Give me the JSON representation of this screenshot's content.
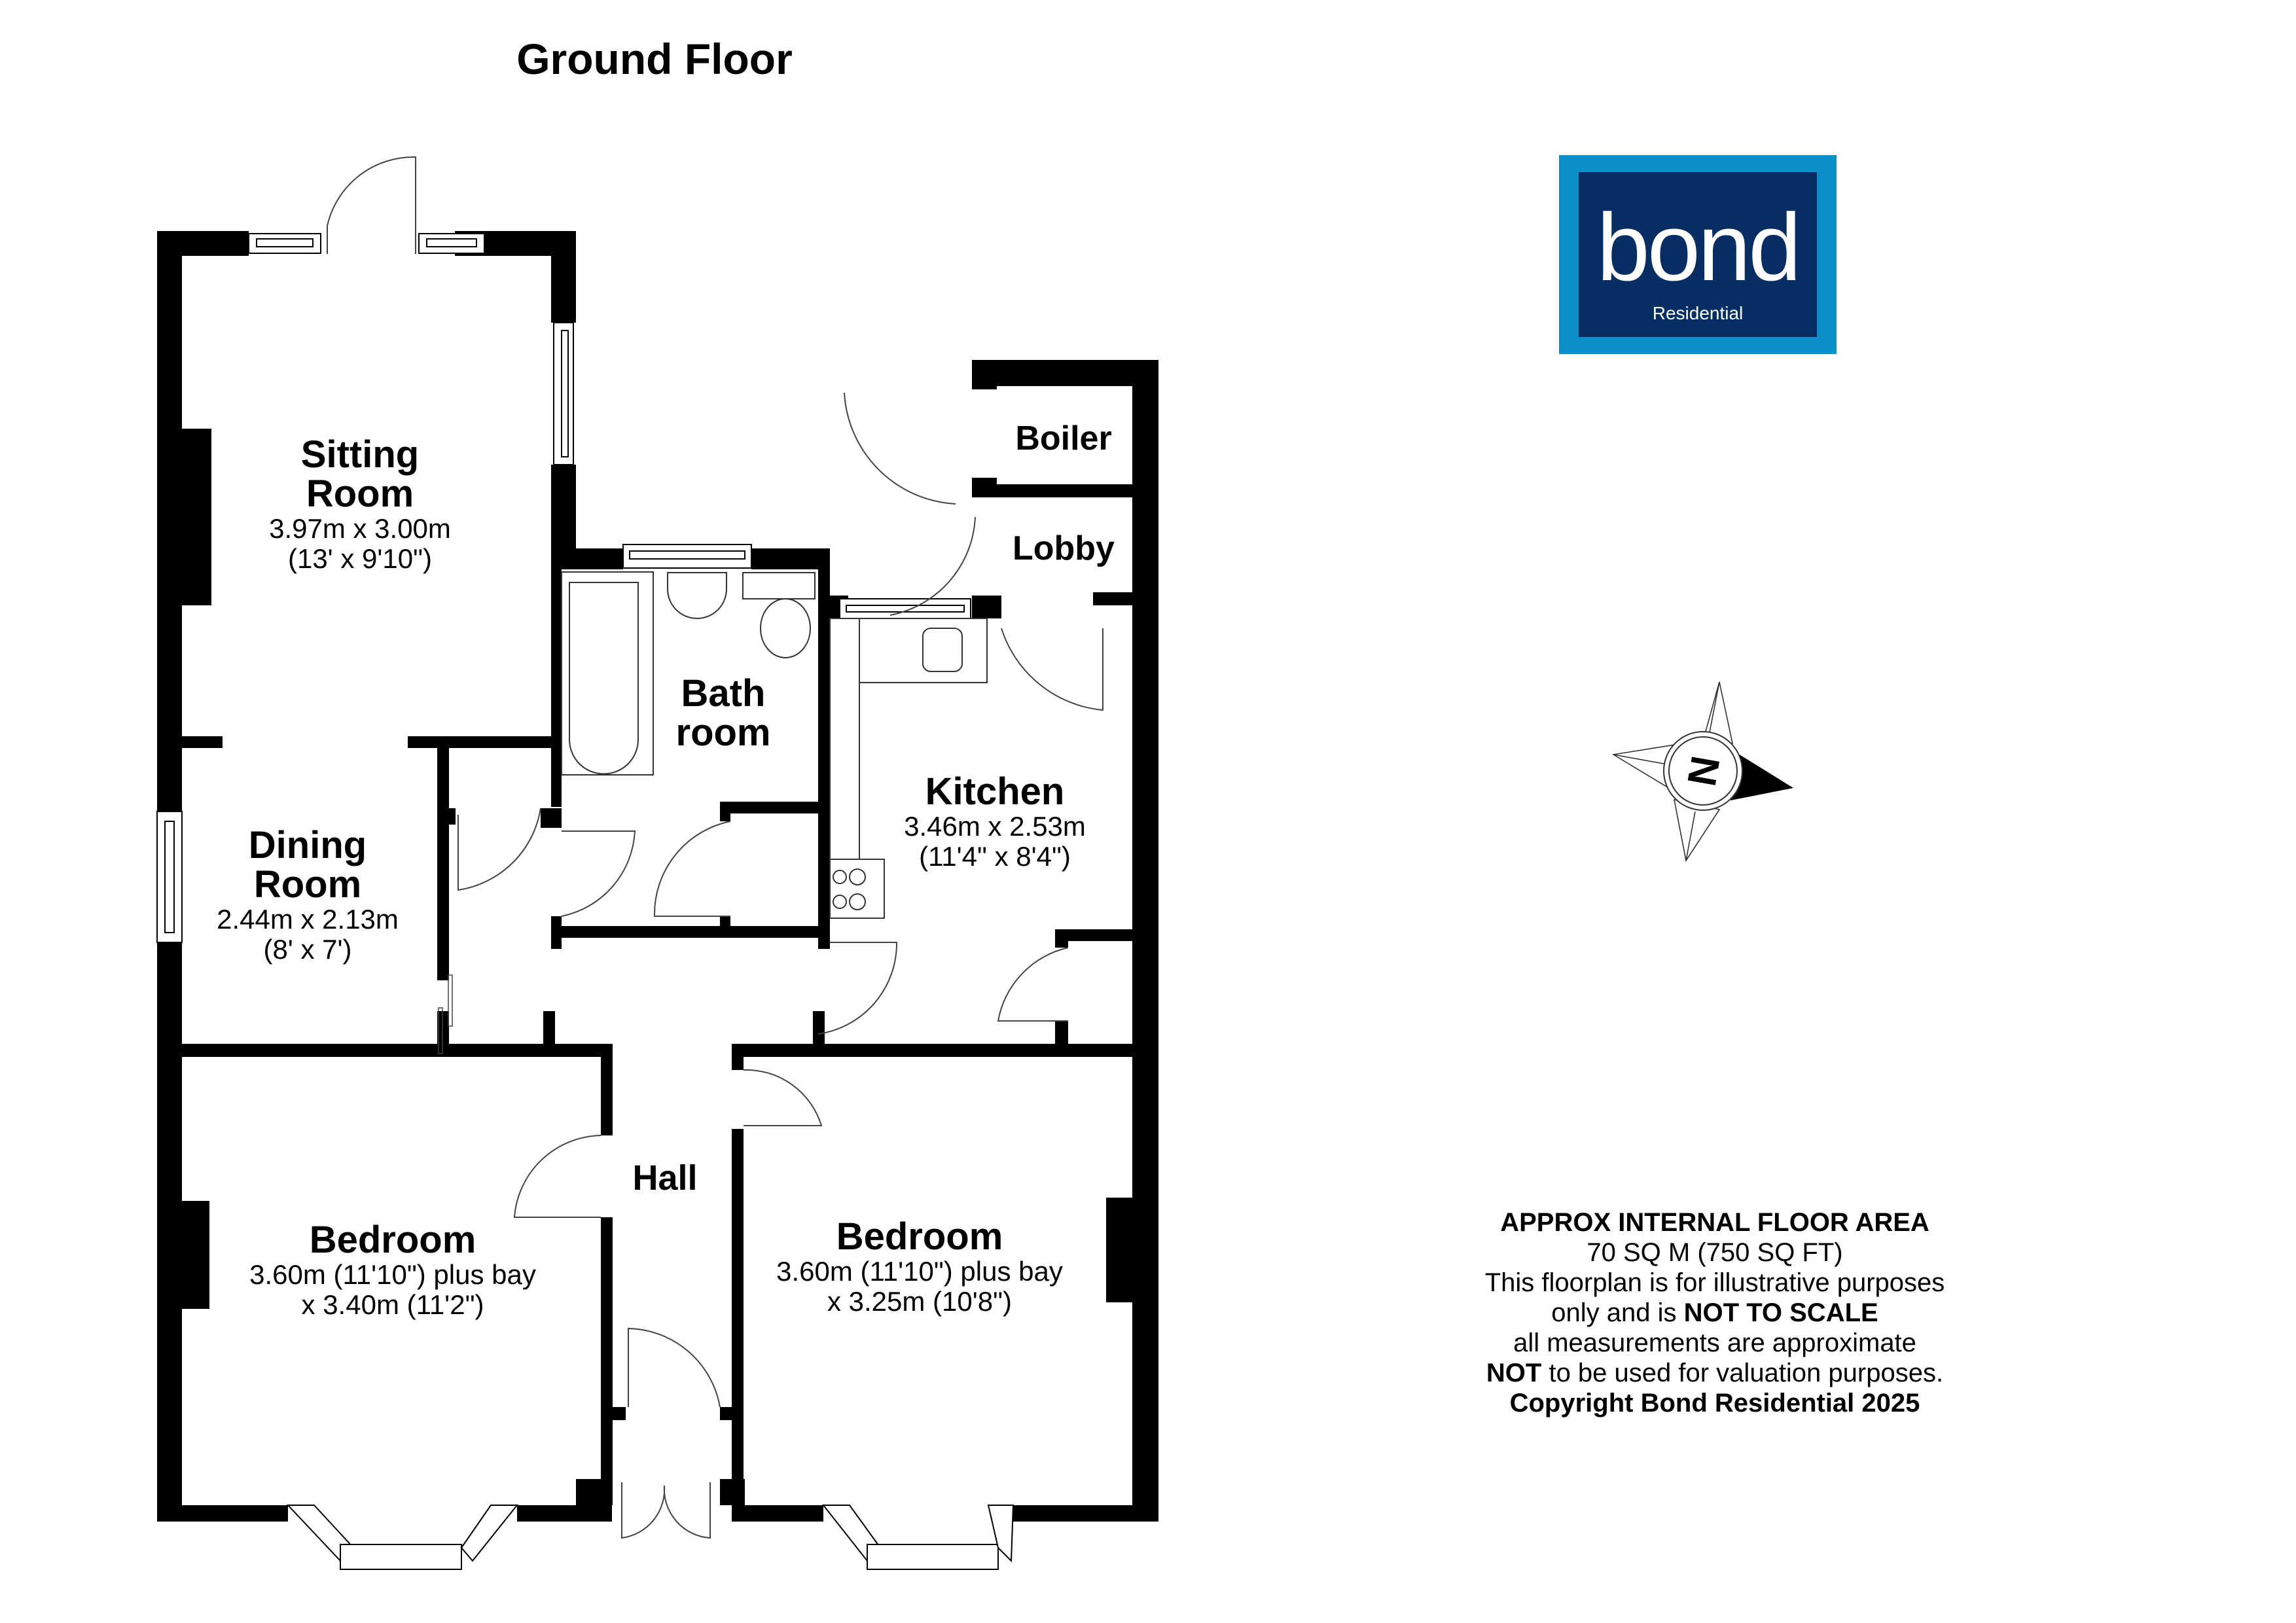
{
  "floor": {
    "title": "Ground Floor"
  },
  "rooms": {
    "sitting_room": {
      "name_line1": "Sitting",
      "name_line2": "Room",
      "dim_metric": "3.97m x 3.00m",
      "dim_imperial": "(13' x 9'10\")"
    },
    "dining_room": {
      "name_line1": "Dining",
      "name_line2": "Room",
      "dim_metric": "2.44m x 2.13m",
      "dim_imperial": "(8' x 7')"
    },
    "bathroom": {
      "name_line1": "Bath",
      "name_line2": "room"
    },
    "boiler": {
      "name": "Boiler"
    },
    "lobby": {
      "name": "Lobby"
    },
    "kitchen": {
      "name": "Kitchen",
      "dim_metric": "3.46m x 2.53m",
      "dim_imperial": "(11'4\" x 8'4\")"
    },
    "hall": {
      "name": "Hall"
    },
    "bedroom_left": {
      "name": "Bedroom",
      "dim_line1": "3.60m (11'10\") plus bay",
      "dim_line2": "x 3.40m (11'2\")"
    },
    "bedroom_right": {
      "name": "Bedroom",
      "dim_line1": "3.60m (11'10\") plus bay",
      "dim_line2": "x 3.25m (10'8\")"
    }
  },
  "logo": {
    "word": "bond",
    "subtitle": "Residential",
    "colors": {
      "outer": "#0a8fcb",
      "inner": "#062e63",
      "text": "#ffffff"
    }
  },
  "compass": {
    "label": "N",
    "icon": "north-arrow-icon"
  },
  "info": {
    "heading": "APPROX INTERNAL FLOOR AREA",
    "area": "70 SQ M (750 SQ FT)",
    "line1": "This floorplan is for illustrative purposes",
    "line2_prefix": "only and is ",
    "line2_bold": "NOT TO SCALE",
    "line3": "all measurements are approximate",
    "line4_bold": "NOT",
    "line4_suffix": " to be used for valuation purposes.",
    "copyright": "Copyright Bond Residential 2025"
  }
}
